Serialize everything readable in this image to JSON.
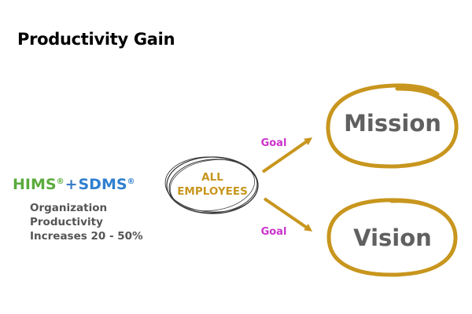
{
  "title": "Productivity Gain",
  "brand": {
    "hims": "HIMS",
    "registered": "®",
    "plus": "+",
    "sdms": "SDMS"
  },
  "description": {
    "line1": "Organization",
    "line2": "Productivity",
    "line3": "Increases 20 - 50%"
  },
  "center_node": {
    "line1": "ALL",
    "line2": "EMPLOYEES"
  },
  "edges": {
    "top_label": "Goal",
    "bottom_label": "Goal"
  },
  "targets": {
    "top": "Mission",
    "bottom": "Vision"
  },
  "colors": {
    "gold": "#c8961e",
    "goal": "#cc33cc",
    "target_text": "#606060",
    "hims": "#5aab3d",
    "sdms": "#2f7fd0"
  }
}
